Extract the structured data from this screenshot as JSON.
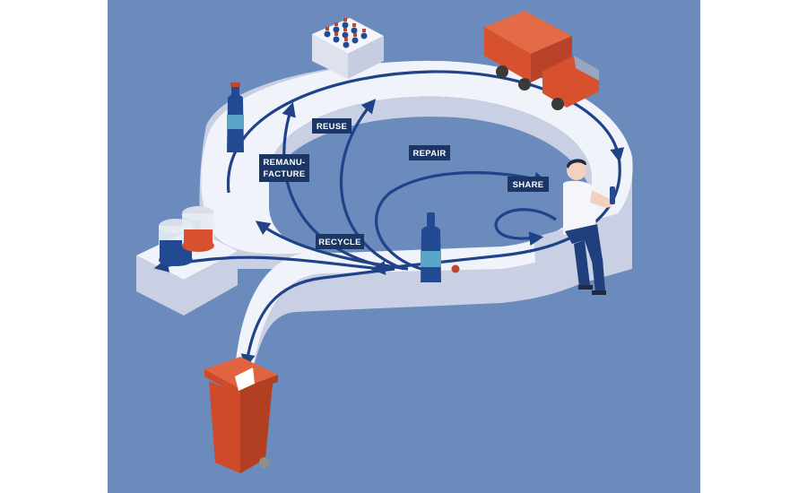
{
  "diagram": {
    "labels": {
      "reuse": "REUSE",
      "remanufacture_line1": "REMANU-",
      "remanufacture_line2": "FACTURE",
      "repair": "REPAIR",
      "share": "SHARE",
      "recycle": "RECYCLE"
    },
    "colors": {
      "background": "#6a8bbc",
      "track_top": "#f1f3fa",
      "track_side": "#c9d0e4",
      "flow_line": "#1f4289",
      "label_box": "#1b3564",
      "truck": "#d8512f",
      "bin": "#cf4a28",
      "bottle": "#214a93"
    },
    "icons": [
      "crate-of-bottles-icon",
      "delivery-truck-icon",
      "bottle-icon",
      "jars-icon",
      "person-sitting-icon",
      "waste-bin-icon"
    ]
  }
}
